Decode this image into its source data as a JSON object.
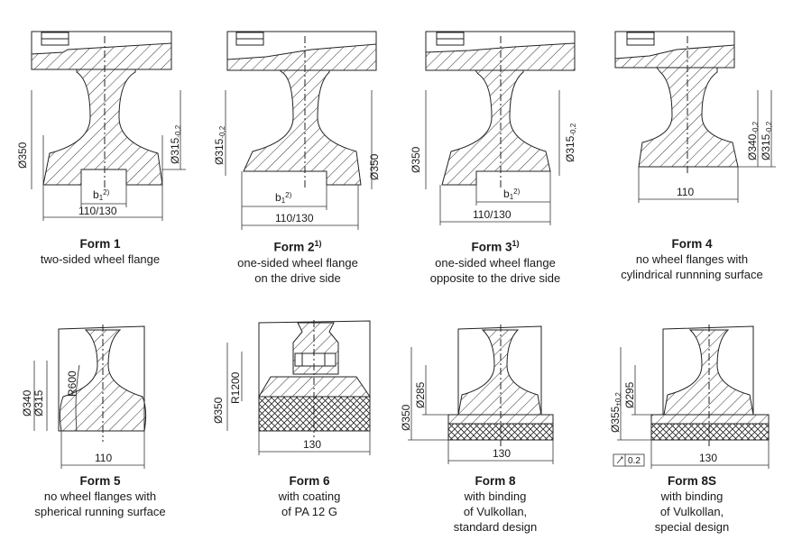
{
  "forms": [
    {
      "title": "Form 1",
      "sup": "",
      "lines": [
        "two-sided wheel flange"
      ],
      "dims": {
        "d1": "Ø350",
        "d2": "Ø315",
        "d2_tol": "-0,2",
        "b": "b",
        "b_sub": "1",
        "b_sup": "2)",
        "w": "110/130"
      }
    },
    {
      "title": "Form 2",
      "sup": "1)",
      "lines": [
        "one-sided wheel flange",
        "on the drive side"
      ],
      "dims": {
        "d1": "Ø315",
        "d1_tol": "-0,2",
        "d2": "Ø350",
        "b": "b",
        "b_sub": "1",
        "b_sup": "2)",
        "w": "110/130"
      }
    },
    {
      "title": "Form 3",
      "sup": "1)",
      "lines": [
        "one-sided wheel flange",
        "opposite to the drive side"
      ],
      "dims": {
        "d1": "Ø350",
        "d2": "Ø315",
        "d2_tol": "-0,2",
        "b": "b",
        "b_sub": "1",
        "b_sup": "2)",
        "w": "110/130"
      }
    },
    {
      "title": "Form 4",
      "sup": "",
      "lines": [
        "no wheel flanges with",
        "cylindrical runnning surface"
      ],
      "dims": {
        "d1": "Ø340",
        "d1_tol": "-0,2",
        "d2": "Ø315",
        "d2_tol": "-0,2",
        "w": "110"
      }
    },
    {
      "title": "Form 5",
      "sup": "",
      "lines": [
        "no wheel flanges with",
        "spherical running surface"
      ],
      "dims": {
        "d1": "Ø340",
        "d2": "Ø315",
        "r": "R600",
        "w": "110"
      }
    },
    {
      "title": "Form 6",
      "sup": "",
      "lines": [
        "with coating",
        "of PA 12 G"
      ],
      "dims": {
        "d1": "Ø350",
        "r": "R1200",
        "w": "130"
      }
    },
    {
      "title": "Form 8",
      "sup": "",
      "lines": [
        "with binding",
        "of Vulkollan,",
        "standard design"
      ],
      "dims": {
        "d1": "Ø350",
        "d2": "Ø285",
        "w": "130"
      }
    },
    {
      "title": "Form 8S",
      "sup": "",
      "lines": [
        "with binding",
        "of Vulkollan,",
        "special design"
      ],
      "dims": {
        "d1": "Ø355",
        "d1_tol": "±0,2",
        "d2": "Ø295",
        "w": "130",
        "tol_box": "0.2"
      }
    }
  ]
}
